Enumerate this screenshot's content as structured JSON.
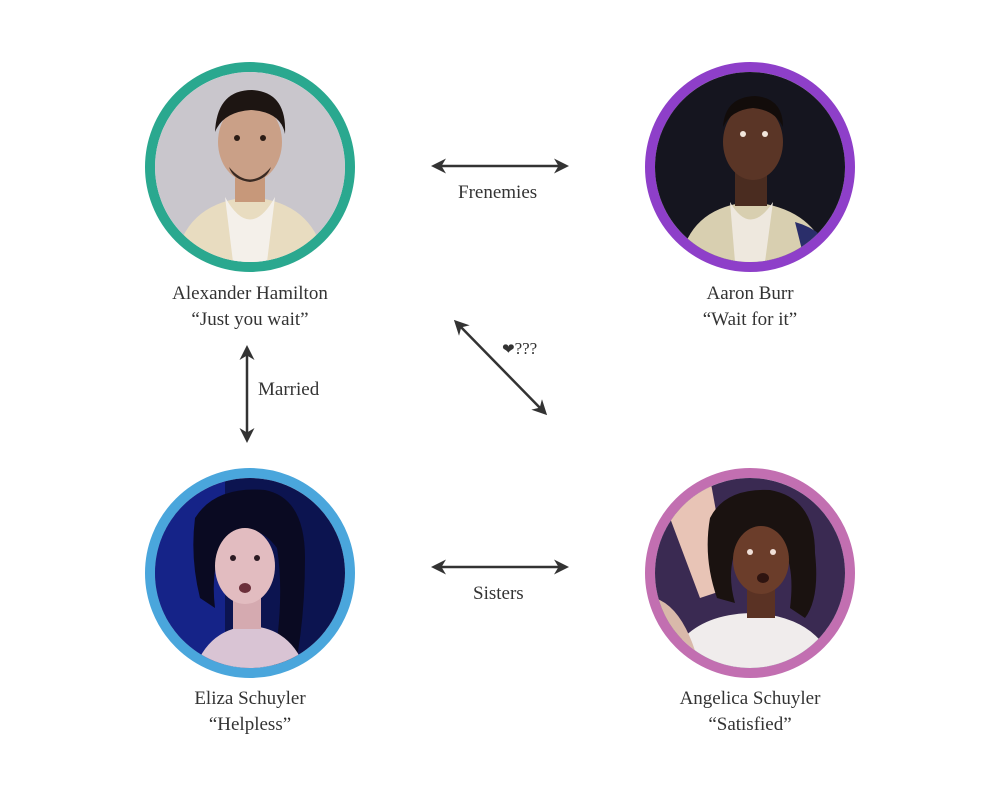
{
  "characters": {
    "hamilton": {
      "name": "Alexander Hamilton",
      "quote": "“Just you wait”",
      "ring_color": "#2aa88f"
    },
    "burr": {
      "name": "Aaron Burr",
      "quote": "“Wait for it”",
      "ring_color": "#8e3fc9"
    },
    "eliza": {
      "name": "Eliza Schuyler",
      "quote": "“Helpless”",
      "ring_color": "#4aa6dc"
    },
    "angelica": {
      "name": "Angelica Schuyler",
      "quote": "“Satisfied”",
      "ring_color": "#c26fb1"
    }
  },
  "relationships": {
    "frenemies": {
      "label": "Frenemies"
    },
    "married": {
      "label": "Married"
    },
    "sisters": {
      "label": "Sisters"
    },
    "romance": {
      "heart": "❤",
      "label": "???"
    }
  }
}
